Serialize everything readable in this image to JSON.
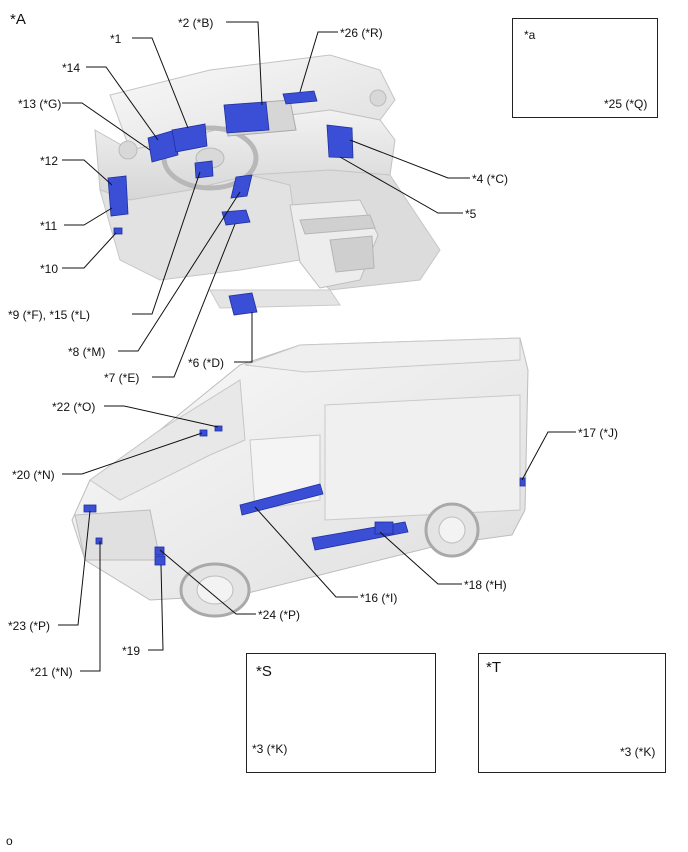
{
  "figure": {
    "view_label": "*A",
    "footer_mark": "o",
    "callouts": {
      "c1": "*1",
      "c2": "*2 (*B)",
      "c26": "*26 (*R)",
      "c14": "*14",
      "c13": "*13 (*G)",
      "c12": "*12",
      "c11": "*11",
      "c10": "*10",
      "c9": "*9 (*F), *15 (*L)",
      "c8": "*8 (*M)",
      "c7": "*7 (*E)",
      "c6": "*6 (*D)",
      "c4": "*4 (*C)",
      "c5": "*5",
      "c22": "*22 (*O)",
      "c20": "*20 (*N)",
      "c17": "*17 (*J)",
      "c23": "*23 (*P)",
      "c21": "*21 (*N)",
      "c19": "*19",
      "c24": "*24 (*P)",
      "c16": "*16 (*I)",
      "c18": "*18 (*H)"
    },
    "inset_a": {
      "title": "*a",
      "callout": "*25 (*Q)"
    },
    "inset_s": {
      "title": "*S",
      "callout": "*3 (*K)"
    },
    "inset_t": {
      "title": "*T",
      "callout": "*3 (*K)"
    },
    "colors": {
      "component": "#3a4fd6",
      "component_dark": "#1f2fa0",
      "body": "#e6e6e6",
      "outline": "#b9b9b9",
      "leader": "#111111"
    }
  }
}
